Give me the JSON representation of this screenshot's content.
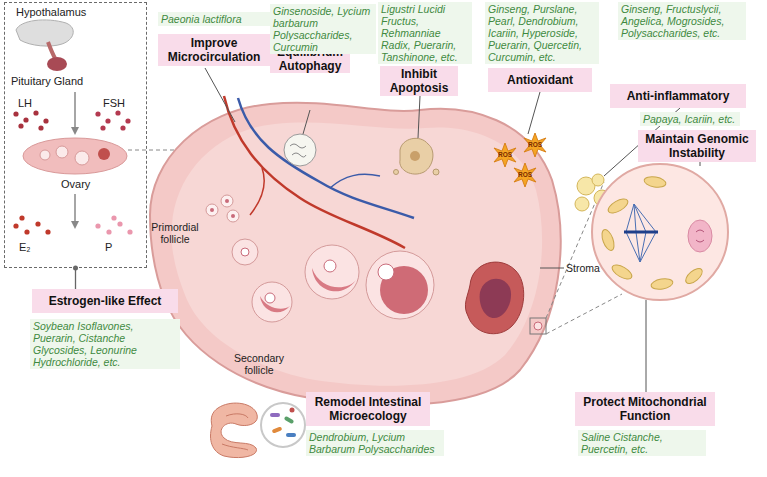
{
  "diagram": {
    "nodes": [
      {
        "text": [
          "Hypothalamus",
          "Pituitary Gland",
          "LH",
          "FSH",
          "Ovary",
          "E₂",
          "P"
        ]
      },
      {
        "text": [
          "Improve Microcirculation",
          "Paeonia lactiflora"
        ]
      },
      {
        "text": [
          "Equilibrium Autophagy",
          "Ginsenoside, Lycium barbarum Polysaccharides, Curcumin"
        ]
      },
      {
        "text": [
          "Inhibit Apoptosis",
          "Ligustri Lucidi Fructus, Rehmanniae Radix, Puerarin, Tanshinone, etc."
        ]
      },
      {
        "text": [
          "Antioxidant",
          "Ginseng, Purslane, Pearl, Dendrobium, Icariin, Hyperoside, Puerarin, Quercetin, Curcumin, etc."
        ]
      },
      {
        "text": [
          "Anti-inflammatory",
          "Ginseng, Fructuslycii, Angelica, Mogrosides, Polysaccharides, etc."
        ]
      },
      {
        "text": [
          "Maintain Genomic Instability",
          "Papaya, Icariin, etc."
        ]
      },
      {
        "text": [
          "Protect Mitochondrial Function",
          "Saline Cistanche, Puercetin, etc."
        ]
      },
      {
        "text": [
          "Remodel Intestinal Microecology",
          "Dendrobium, Lycium Barbarum Polysaccharides"
        ]
      },
      {
        "text": [
          "Estrogen-like Effect",
          "Soybean Isoflavones, Puerarin, Cistanche Glycosides, Leonurine Hydrochloride, etc."
        ]
      }
    ],
    "edges": [
      {
        "from": 9,
        "to": 0,
        "arrow": "none"
      }
    ],
    "labels": [
      "Primordial follicle",
      "Secondary follicle",
      "Stroma",
      "ROS",
      "ROS",
      "ROS"
    ]
  }
}
